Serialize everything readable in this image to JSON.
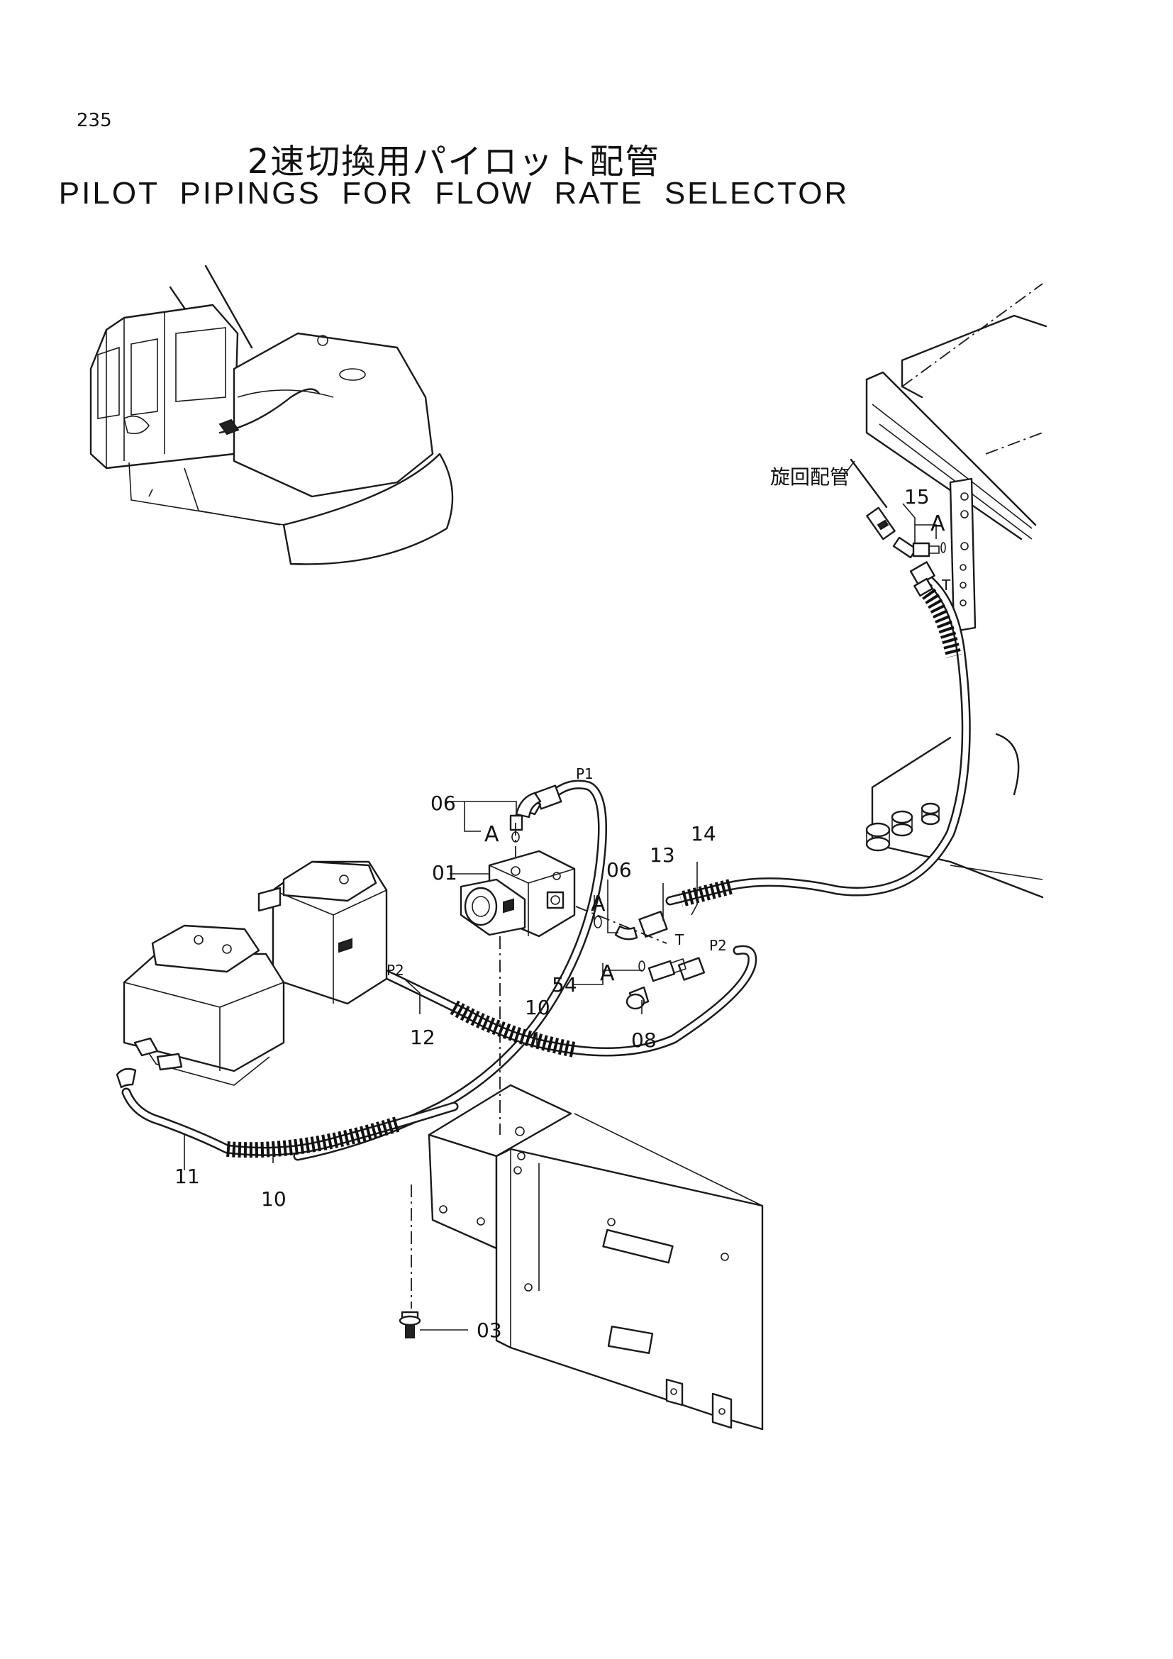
{
  "page_number": "235",
  "title_jp": "2速切換用パイロット配管",
  "title_en": "PILOT PIPINGS FOR FLOW RATE SELECTOR",
  "callouts": {
    "swing_piping": "旋回配管",
    "p01": "01",
    "p03": "03",
    "p06_top": "06",
    "p06_mid": "06",
    "p08": "08",
    "p10_mid": "10",
    "p10_low": "10",
    "p11": "11",
    "p12": "12",
    "p13": "13",
    "p14": "14",
    "p15": "15",
    "p54": "54"
  },
  "detail_marks": {
    "a_top": "A",
    "a_mid": "A",
    "a_low": "A",
    "a_right": "A"
  },
  "ports": {
    "p1": "P1",
    "p2_left": "P2",
    "p2_right": "P2",
    "t_mid": "T",
    "t_right": "T"
  }
}
